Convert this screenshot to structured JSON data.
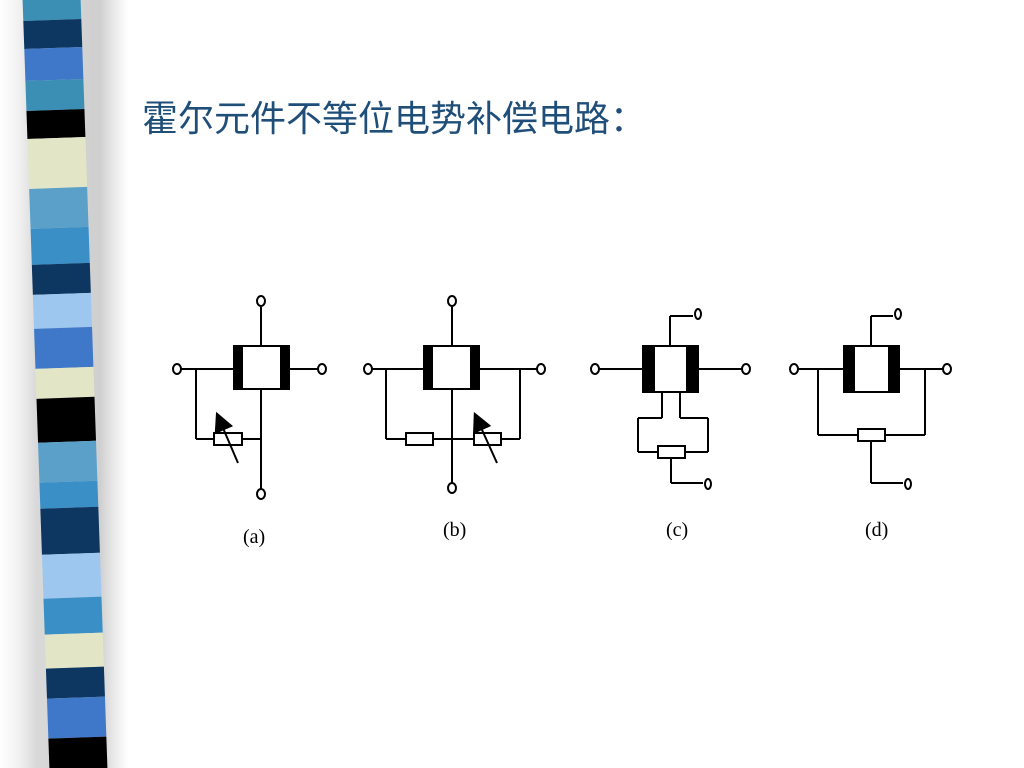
{
  "slide": {
    "title": "霍尔元件不等位电势补偿电路："
  },
  "diagram": {
    "captions": [
      "(a)",
      "(b)",
      "(c)",
      "(d)"
    ]
  },
  "colors": {
    "title": "#1f4e79",
    "band": [
      "#3f78c8",
      "#122f58",
      "#e3e6c6",
      "#3b8fb5",
      "#000000",
      "#0d3660",
      "#9ec7ef",
      "#3a8fc6",
      "#5aa0c8"
    ]
  }
}
